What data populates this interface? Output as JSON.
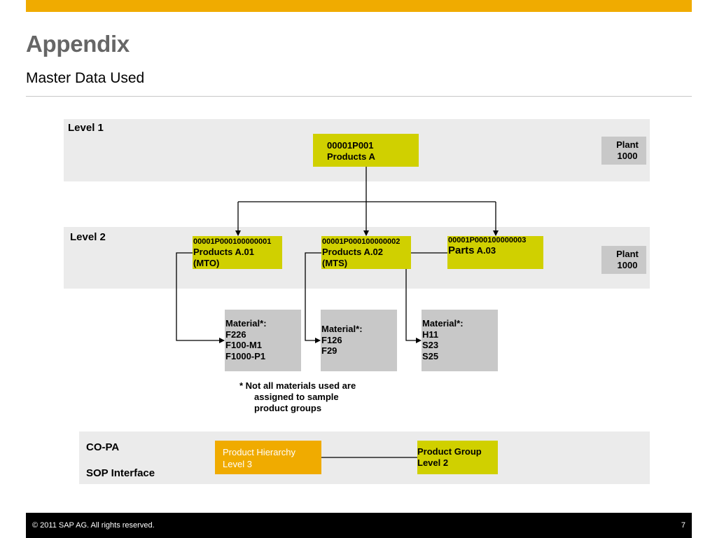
{
  "header": {
    "title": "Appendix",
    "subtitle": "Master Data Used"
  },
  "level1": {
    "label": "Level 1",
    "node": {
      "id": "00001P001",
      "name": "Products A"
    },
    "plant": {
      "label": "Plant",
      "value": "1000"
    }
  },
  "level2": {
    "label": "Level 2",
    "nodes": [
      {
        "id": "00001P000100000001",
        "name": "Products A.01",
        "sub": "(MTO)"
      },
      {
        "id": "00001P000100000002",
        "name": "Products A.02",
        "sub": "(MTS)"
      },
      {
        "id": "00001P000100000003",
        "name_big": "Parts",
        "name_small": "A.03"
      }
    ],
    "plant": {
      "label": "Plant",
      "value": "1000"
    }
  },
  "materials": [
    {
      "heading": "Material*:",
      "items": [
        "F226",
        "F100-M1",
        "F1000-P1"
      ]
    },
    {
      "heading": "Material*:",
      "items": [
        "F126",
        "F29"
      ]
    },
    {
      "heading": "Material*:",
      "items": [
        "H11",
        "S23",
        "S25"
      ]
    }
  ],
  "footnote": {
    "line1": "* Not all materials used are",
    "line2": "assigned to sample",
    "line3": "product groups"
  },
  "copa": {
    "label1": "CO-PA",
    "label2": "SOP Interface",
    "left_box": {
      "line1": "Product Hierarchy",
      "line2": "Level 3"
    },
    "right_box": {
      "line1": "Product Group",
      "line2": "Level 2"
    }
  },
  "colors": {
    "accent_orange": "#f0ab00",
    "node_yellow": "#d0d000",
    "band_gray": "#ebebeb",
    "box_gray": "#c8c8c8",
    "title_gray": "#666666"
  },
  "footer": {
    "copyright": "©  2011 SAP AG. All rights reserved.",
    "page": "7"
  }
}
